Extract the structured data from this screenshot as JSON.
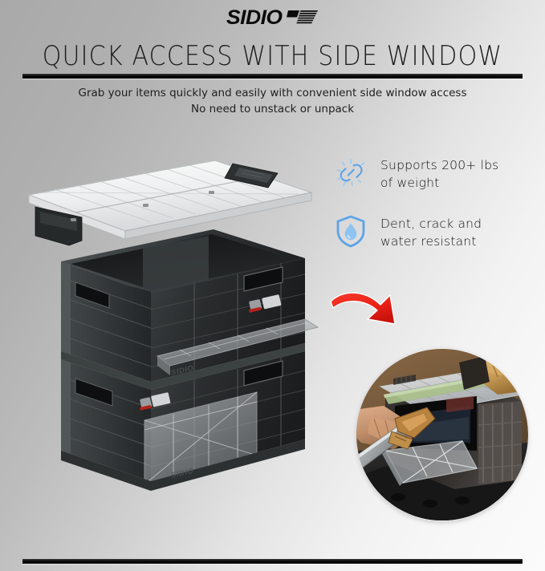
{
  "brand": {
    "name": "SIDIO",
    "flag_icon": "striped-flag-icon"
  },
  "header": {
    "headline": "QUICK ACCESS WITH SIDE WINDOW",
    "subtitle_line1": "Grab your items quickly and easily with convenient side window access",
    "subtitle_line2": "No need to unstack or unpack"
  },
  "features": [
    {
      "icon": "chain-link-strength-icon",
      "line1": "Supports 200+ lbs",
      "line2": "of weight"
    },
    {
      "icon": "shield-water-drop-icon",
      "line1": "Dent, crack and",
      "line2": "water resistant"
    }
  ],
  "arrow": {
    "icon": "curved-red-arrow-icon",
    "color": "#ee2318"
  },
  "product_image": {
    "alt": "clear-lid-above-stacked-black-folding-crates"
  },
  "inset_photo": {
    "alt": "hand-retrieving-pipe-wrench-through-open-side-window"
  },
  "colors": {
    "accent_blue": "#5ba3e8",
    "accent_blue_light": "#8fc4f2",
    "arrow_red": "#ee2318",
    "text_dark": "#1b1b1b",
    "divider": "#000000",
    "background_gray": "#ababab",
    "background_white": "#fbfbfb"
  }
}
